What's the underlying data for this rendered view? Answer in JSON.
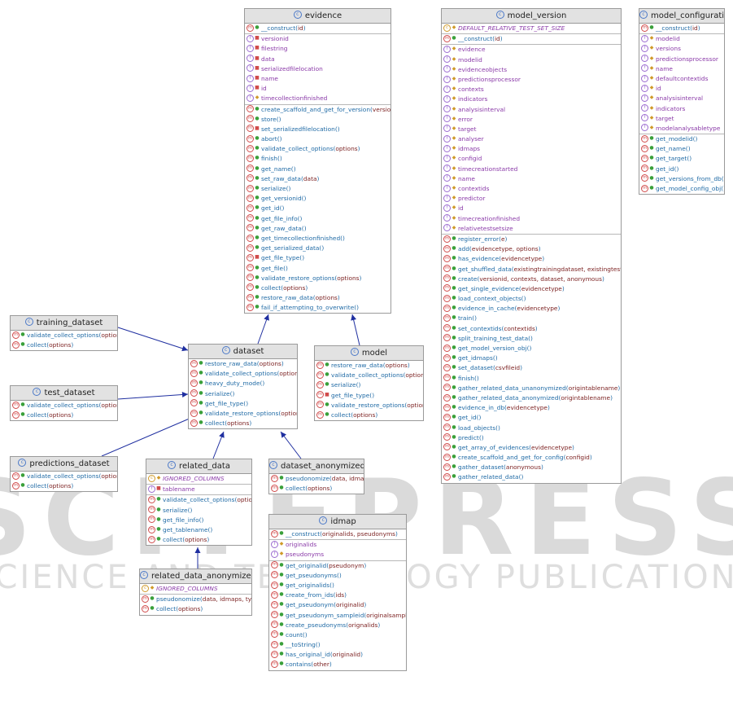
{
  "watermark": {
    "line1": "SCITEPRESS",
    "line2": "SCIENCE AND TECHNOLOGY PUBLICATIONS"
  },
  "classes": [
    {
      "id": "evidence",
      "name": "evidence",
      "sections": [
        [
          {
            "k": "m",
            "v": "pub",
            "n": "__construct",
            "p": "id"
          }
        ],
        [
          {
            "k": "f",
            "v": "priv",
            "n": "versionid"
          },
          {
            "k": "f",
            "v": "priv",
            "n": "filestring"
          },
          {
            "k": "f",
            "v": "priv",
            "n": "data"
          },
          {
            "k": "f",
            "v": "priv",
            "n": "serializedfilelocation"
          },
          {
            "k": "f",
            "v": "priv",
            "n": "name"
          },
          {
            "k": "f",
            "v": "priv",
            "n": "id"
          },
          {
            "k": "f",
            "v": "prot",
            "n": "timecollectionfinished"
          }
        ],
        [
          {
            "k": "m",
            "v": "pub",
            "n": "create_scaffold_and_get_for_version",
            "p": "versionid"
          },
          {
            "k": "m",
            "v": "pub",
            "n": "store",
            "p": ""
          },
          {
            "k": "m",
            "v": "priv",
            "n": "set_serializedfilelocation",
            "p": ""
          },
          {
            "k": "m",
            "v": "pub",
            "n": "abort",
            "p": ""
          },
          {
            "k": "m",
            "v": "pub",
            "n": "validate_collect_options",
            "p": "options"
          },
          {
            "k": "m",
            "v": "pub",
            "n": "finish",
            "p": ""
          },
          {
            "k": "m",
            "v": "pub",
            "n": "get_name",
            "p": ""
          },
          {
            "k": "m",
            "v": "pub",
            "n": "set_raw_data",
            "p": "data"
          },
          {
            "k": "m",
            "v": "pub",
            "n": "serialize",
            "p": ""
          },
          {
            "k": "m",
            "v": "pub",
            "n": "get_versionid",
            "p": ""
          },
          {
            "k": "m",
            "v": "pub",
            "n": "get_id",
            "p": ""
          },
          {
            "k": "m",
            "v": "pub",
            "n": "get_file_info",
            "p": ""
          },
          {
            "k": "m",
            "v": "pub",
            "n": "get_raw_data",
            "p": ""
          },
          {
            "k": "m",
            "v": "pub",
            "n": "get_timecollectionfinished",
            "p": ""
          },
          {
            "k": "m",
            "v": "pub",
            "n": "get_serialized_data",
            "p": ""
          },
          {
            "k": "m",
            "v": "priv",
            "n": "get_file_type",
            "p": ""
          },
          {
            "k": "m",
            "v": "pub",
            "n": "get_file",
            "p": ""
          },
          {
            "k": "m",
            "v": "pub",
            "n": "validate_restore_options",
            "p": "options"
          },
          {
            "k": "m",
            "v": "pub",
            "n": "collect",
            "p": "options"
          },
          {
            "k": "m",
            "v": "pub",
            "n": "restore_raw_data",
            "p": "options"
          },
          {
            "k": "m",
            "v": "pub",
            "n": "fail_if_attempting_to_overwrite",
            "p": ""
          }
        ]
      ]
    },
    {
      "id": "model_version",
      "name": "model_version",
      "sections": [
        [
          {
            "k": "c",
            "v": "prot",
            "n": "DEFAULT_RELATIVE_TEST_SET_SIZE"
          }
        ],
        [
          {
            "k": "m",
            "v": "pub",
            "n": "__construct",
            "p": "id"
          }
        ],
        [
          {
            "k": "f",
            "v": "prot",
            "n": "evidence"
          },
          {
            "k": "f",
            "v": "prot",
            "n": "modelid"
          },
          {
            "k": "f",
            "v": "prot",
            "n": "evidenceobjects"
          },
          {
            "k": "f",
            "v": "prot",
            "n": "predictionsprocessor"
          },
          {
            "k": "f",
            "v": "prot",
            "n": "contexts"
          },
          {
            "k": "f",
            "v": "prot",
            "n": "indicators"
          },
          {
            "k": "f",
            "v": "prot",
            "n": "analysisinterval"
          },
          {
            "k": "f",
            "v": "prot",
            "n": "error"
          },
          {
            "k": "f",
            "v": "prot",
            "n": "target"
          },
          {
            "k": "f",
            "v": "prot",
            "n": "analyser"
          },
          {
            "k": "f",
            "v": "prot",
            "n": "idmaps"
          },
          {
            "k": "f",
            "v": "prot",
            "n": "configid"
          },
          {
            "k": "f",
            "v": "prot",
            "n": "timecreationstarted"
          },
          {
            "k": "f",
            "v": "prot",
            "n": "name"
          },
          {
            "k": "f",
            "v": "prot",
            "n": "contextids"
          },
          {
            "k": "f",
            "v": "prot",
            "n": "predictor"
          },
          {
            "k": "f",
            "v": "prot",
            "n": "id"
          },
          {
            "k": "f",
            "v": "prot",
            "n": "timecreationfinished"
          },
          {
            "k": "f",
            "v": "prot",
            "n": "relativetestsetsize"
          }
        ],
        [
          {
            "k": "m",
            "v": "pub",
            "n": "register_error",
            "p": "e"
          },
          {
            "k": "m",
            "v": "pub",
            "n": "add",
            "p": "evidencetype, options"
          },
          {
            "k": "m",
            "v": "pub",
            "n": "has_evidence",
            "p": "evidencetype"
          },
          {
            "k": "m",
            "v": "pub",
            "n": "get_shuffled_data",
            "p": "existingtrainingdataset, existingtestdata"
          },
          {
            "k": "m",
            "v": "pub",
            "n": "create",
            "p": "versionid, contexts, dataset, anonymous"
          },
          {
            "k": "m",
            "v": "pub",
            "n": "get_single_evidence",
            "p": "evidencetype"
          },
          {
            "k": "m",
            "v": "pub",
            "n": "load_context_objects",
            "p": ""
          },
          {
            "k": "m",
            "v": "pub",
            "n": "evidence_in_cache",
            "p": "evidencetype"
          },
          {
            "k": "m",
            "v": "pub",
            "n": "train",
            "p": ""
          },
          {
            "k": "m",
            "v": "pub",
            "n": "set_contextids",
            "p": "contextids"
          },
          {
            "k": "m",
            "v": "pub",
            "n": "split_training_test_data",
            "p": ""
          },
          {
            "k": "m",
            "v": "pub",
            "n": "get_model_version_obj",
            "p": ""
          },
          {
            "k": "m",
            "v": "pub",
            "n": "get_idmaps",
            "p": ""
          },
          {
            "k": "m",
            "v": "pub",
            "n": "set_dataset",
            "p": "csvfileid"
          },
          {
            "k": "m",
            "v": "pub",
            "n": "finish",
            "p": ""
          },
          {
            "k": "m",
            "v": "pub",
            "n": "gather_related_data_unanonymized",
            "p": "origintablename"
          },
          {
            "k": "m",
            "v": "pub",
            "n": "gather_related_data_anonymized",
            "p": "origintablename"
          },
          {
            "k": "m",
            "v": "pub",
            "n": "evidence_in_db",
            "p": "evidencetype"
          },
          {
            "k": "m",
            "v": "pub",
            "n": "get_id",
            "p": ""
          },
          {
            "k": "m",
            "v": "pub",
            "n": "load_objects",
            "p": ""
          },
          {
            "k": "m",
            "v": "pub",
            "n": "predict",
            "p": ""
          },
          {
            "k": "m",
            "v": "pub",
            "n": "get_array_of_evidences",
            "p": "evidencetype"
          },
          {
            "k": "m",
            "v": "pub",
            "n": "create_scaffold_and_get_for_config",
            "p": "configid"
          },
          {
            "k": "m",
            "v": "pub",
            "n": "gather_dataset",
            "p": "anonymous"
          },
          {
            "k": "m",
            "v": "pub",
            "n": "gather_related_data",
            "p": ""
          }
        ]
      ]
    },
    {
      "id": "model_configuration",
      "name": "model_configuration",
      "sections": [
        [
          {
            "k": "m",
            "v": "pub",
            "n": "__construct",
            "p": "id"
          }
        ],
        [
          {
            "k": "f",
            "v": "prot",
            "n": "modelid"
          },
          {
            "k": "f",
            "v": "prot",
            "n": "versions"
          },
          {
            "k": "f",
            "v": "prot",
            "n": "predictionsprocessor"
          },
          {
            "k": "f",
            "v": "prot",
            "n": "name"
          },
          {
            "k": "f",
            "v": "prot",
            "n": "defaultcontextids"
          },
          {
            "k": "f",
            "v": "prot",
            "n": "id"
          },
          {
            "k": "f",
            "v": "prot",
            "n": "analysisinterval"
          },
          {
            "k": "f",
            "v": "prot",
            "n": "indicators"
          },
          {
            "k": "f",
            "v": "prot",
            "n": "target"
          },
          {
            "k": "f",
            "v": "prot",
            "n": "modelanalysabletype"
          }
        ],
        [
          {
            "k": "m",
            "v": "pub",
            "n": "get_modelid",
            "p": ""
          },
          {
            "k": "m",
            "v": "pub",
            "n": "get_name",
            "p": ""
          },
          {
            "k": "m",
            "v": "pub",
            "n": "get_target",
            "p": ""
          },
          {
            "k": "m",
            "v": "pub",
            "n": "get_id",
            "p": ""
          },
          {
            "k": "m",
            "v": "pub",
            "n": "get_versions_from_db",
            "p": ""
          },
          {
            "k": "m",
            "v": "pub",
            "n": "get_model_config_obj",
            "p": ""
          }
        ]
      ]
    },
    {
      "id": "training_dataset",
      "name": "training_dataset",
      "sections": [
        [
          {
            "k": "m",
            "v": "pub",
            "n": "validate_collect_options",
            "p": "options"
          },
          {
            "k": "m",
            "v": "pub",
            "n": "collect",
            "p": "options"
          }
        ]
      ]
    },
    {
      "id": "test_dataset",
      "name": "test_dataset",
      "sections": [
        [
          {
            "k": "m",
            "v": "pub",
            "n": "validate_collect_options",
            "p": "options"
          },
          {
            "k": "m",
            "v": "pub",
            "n": "collect",
            "p": "options"
          }
        ]
      ]
    },
    {
      "id": "predictions_dataset",
      "name": "predictions_dataset",
      "sections": [
        [
          {
            "k": "m",
            "v": "pub",
            "n": "validate_collect_options",
            "p": "options"
          },
          {
            "k": "m",
            "v": "pub",
            "n": "collect",
            "p": "options"
          }
        ]
      ]
    },
    {
      "id": "dataset",
      "name": "dataset",
      "sections": [
        [
          {
            "k": "m",
            "v": "pub",
            "n": "restore_raw_data",
            "p": "options"
          },
          {
            "k": "m",
            "v": "pub",
            "n": "validate_collect_options",
            "p": "options"
          },
          {
            "k": "m",
            "v": "pub",
            "n": "heavy_duty_mode",
            "p": ""
          },
          {
            "k": "m",
            "v": "pub",
            "n": "serialize",
            "p": ""
          },
          {
            "k": "m",
            "v": "pub",
            "n": "get_file_type",
            "p": ""
          },
          {
            "k": "m",
            "v": "pub",
            "n": "validate_restore_options",
            "p": "options"
          },
          {
            "k": "m",
            "v": "pub",
            "n": "collect",
            "p": "options"
          }
        ]
      ]
    },
    {
      "id": "model",
      "name": "model",
      "sections": [
        [
          {
            "k": "m",
            "v": "pub",
            "n": "restore_raw_data",
            "p": "options"
          },
          {
            "k": "m",
            "v": "pub",
            "n": "validate_collect_options",
            "p": "options"
          },
          {
            "k": "m",
            "v": "pub",
            "n": "serialize",
            "p": ""
          },
          {
            "k": "m",
            "v": "priv",
            "n": "get_file_type",
            "p": ""
          },
          {
            "k": "m",
            "v": "pub",
            "n": "validate_restore_options",
            "p": "options"
          },
          {
            "k": "m",
            "v": "pub",
            "n": "collect",
            "p": "options"
          }
        ]
      ]
    },
    {
      "id": "related_data",
      "name": "related_data",
      "sections": [
        [
          {
            "k": "c",
            "v": "prot",
            "n": "IGNORED_COLUMNS"
          }
        ],
        [
          {
            "k": "f",
            "v": "priv",
            "n": "tablename"
          }
        ],
        [
          {
            "k": "m",
            "v": "pub",
            "n": "validate_collect_options",
            "p": "options"
          },
          {
            "k": "m",
            "v": "pub",
            "n": "serialize",
            "p": ""
          },
          {
            "k": "m",
            "v": "pub",
            "n": "get_file_info",
            "p": ""
          },
          {
            "k": "m",
            "v": "pub",
            "n": "get_tablename",
            "p": ""
          },
          {
            "k": "m",
            "v": "pub",
            "n": "collect",
            "p": "options"
          }
        ]
      ]
    },
    {
      "id": "dataset_anonymized",
      "name": "dataset_anonymized",
      "sections": [
        [
          {
            "k": "m",
            "v": "pub",
            "n": "pseudonomize",
            "p": "data, idmap"
          },
          {
            "k": "m",
            "v": "pub",
            "n": "collect",
            "p": "options"
          }
        ]
      ]
    },
    {
      "id": "related_data_anonymized",
      "name": "related_data_anonymized",
      "sections": [
        [
          {
            "k": "c",
            "v": "prot",
            "n": "IGNORED_COLUMNS"
          }
        ],
        [
          {
            "k": "m",
            "v": "pub",
            "n": "pseudonomize",
            "p": "data, idmaps, type"
          },
          {
            "k": "m",
            "v": "pub",
            "n": "collect",
            "p": "options"
          }
        ]
      ]
    },
    {
      "id": "idmap",
      "name": "idmap",
      "sections": [
        [
          {
            "k": "m",
            "v": "pub",
            "n": "__construct",
            "p": "originalids, pseudonyms"
          }
        ],
        [
          {
            "k": "f",
            "v": "prot",
            "n": "originalids"
          },
          {
            "k": "f",
            "v": "prot",
            "n": "pseudonyms"
          }
        ],
        [
          {
            "k": "m",
            "v": "pub",
            "n": "get_originalid",
            "p": "pseudonym"
          },
          {
            "k": "m",
            "v": "pub",
            "n": "get_pseudonyms",
            "p": ""
          },
          {
            "k": "m",
            "v": "pub",
            "n": "get_originalids",
            "p": ""
          },
          {
            "k": "m",
            "v": "pub",
            "n": "create_from_ids",
            "p": "ids"
          },
          {
            "k": "m",
            "v": "pub",
            "n": "get_pseudonym",
            "p": "originalid"
          },
          {
            "k": "m",
            "v": "pub",
            "n": "get_pseudonym_sampleid",
            "p": "originalsampleid"
          },
          {
            "k": "m",
            "v": "pub",
            "n": "create_pseudonyms",
            "p": "orignalids"
          },
          {
            "k": "m",
            "v": "pub",
            "n": "count",
            "p": ""
          },
          {
            "k": "m",
            "v": "pub",
            "n": "__toString",
            "p": ""
          },
          {
            "k": "m",
            "v": "pub",
            "n": "has_original_id",
            "p": "originalid"
          },
          {
            "k": "m",
            "v": "pub",
            "n": "contains",
            "p": "other"
          }
        ]
      ]
    }
  ],
  "relations": [
    {
      "from": "dataset",
      "to": "evidence"
    },
    {
      "from": "model",
      "to": "evidence"
    },
    {
      "from": "training_dataset",
      "to": "dataset"
    },
    {
      "from": "test_dataset",
      "to": "dataset"
    },
    {
      "from": "predictions_dataset",
      "to": "dataset"
    },
    {
      "from": "related_data",
      "to": "dataset"
    },
    {
      "from": "dataset_anonymized",
      "to": "dataset"
    },
    {
      "from": "related_data_anonymized",
      "to": "related_data"
    }
  ]
}
